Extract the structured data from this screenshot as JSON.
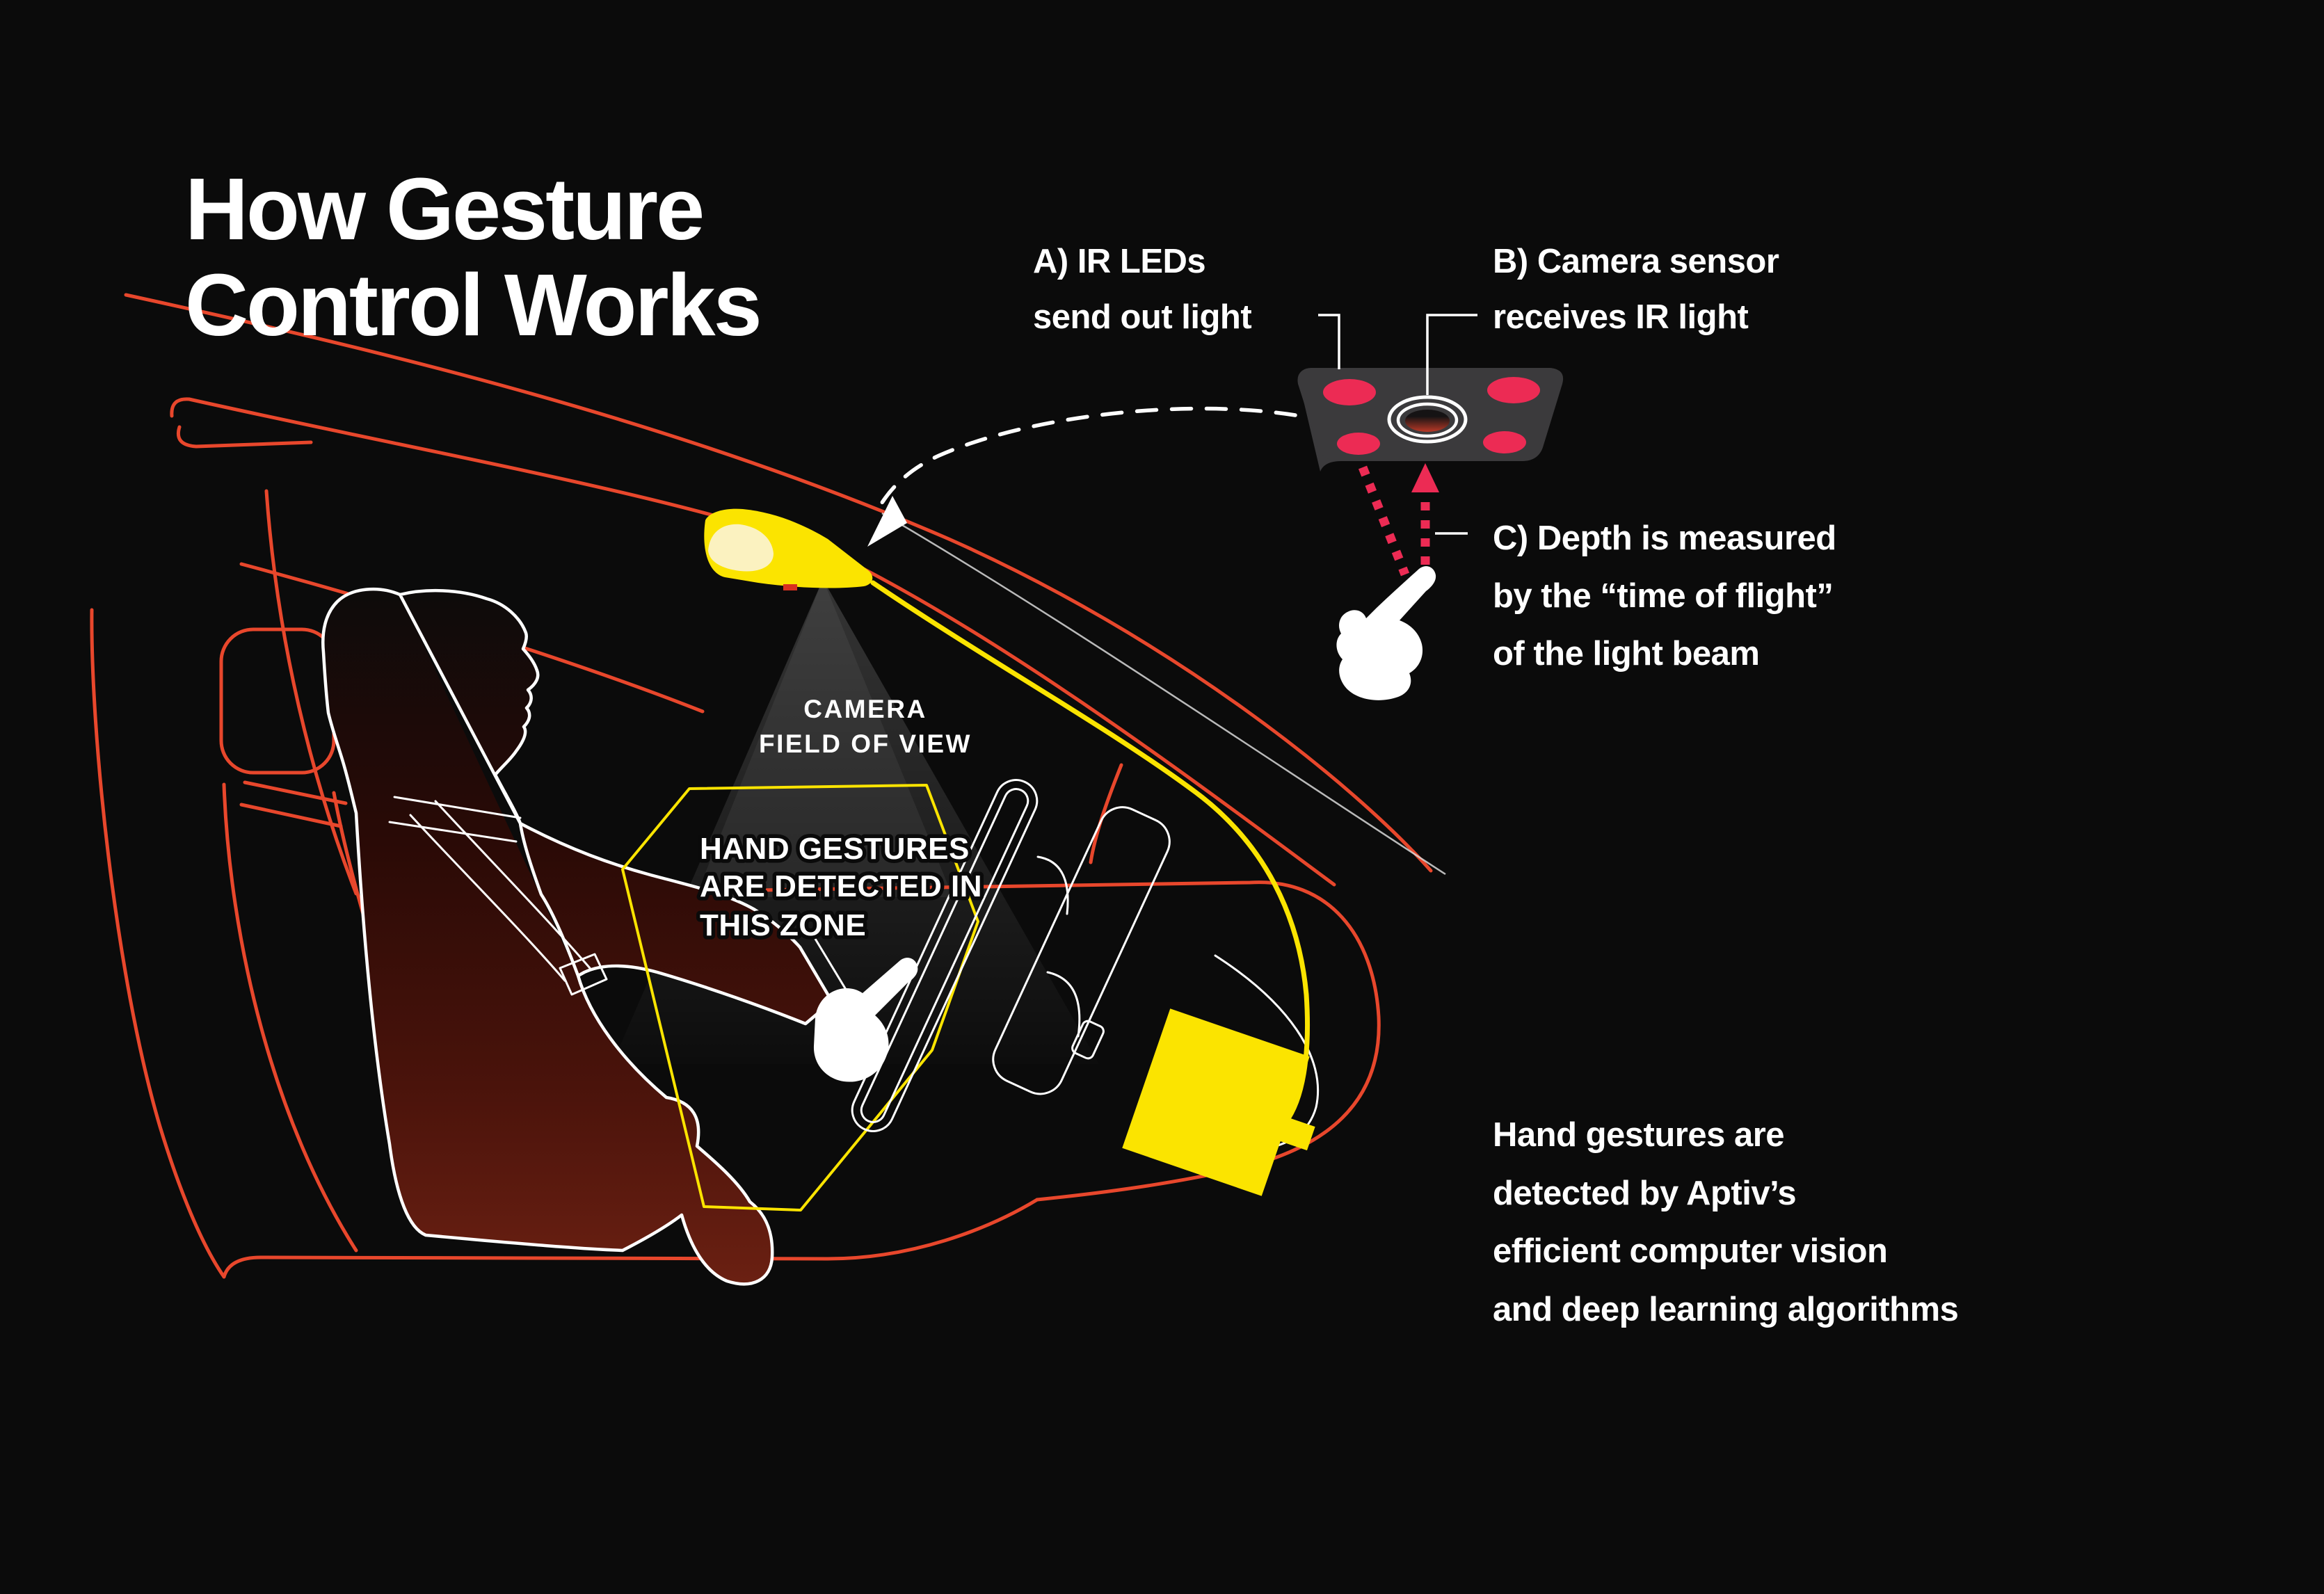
{
  "title": {
    "line1": "How Gesture",
    "line2": "Control Works"
  },
  "callouts": {
    "a": {
      "line1": "A) IR LEDs",
      "line2": "send out light"
    },
    "b": {
      "line1": "B) Camera sensor",
      "line2": "receives IR light"
    },
    "c": {
      "line1": "C) Depth is measured",
      "line2": "by the “time of flight”",
      "line3": "of the light beam"
    }
  },
  "scene_labels": {
    "camera_fov": {
      "line1": "CAMERA",
      "line2": "FIELD OF VIEW"
    },
    "gesture_zone": {
      "line1": "HAND GESTURES",
      "line2": "ARE DETECTED IN",
      "line3": "THIS ZONE"
    }
  },
  "footer": {
    "line1": "Hand gestures are",
    "line2": "detected by Aptiv’s",
    "line3": "efficient computer vision",
    "line4": "and deep learning algorithms"
  },
  "icons": [
    "ir-sensor-module-icon",
    "ir-led-icon",
    "camera-lens-icon",
    "pointing-hand-icon",
    "driver-silhouette",
    "steering-wheel-icon",
    "ceiling-sensor-icon",
    "ecu-box-icon",
    "dashed-arrow-icon",
    "ir-beam-arrow-icon"
  ],
  "colors": {
    "background": "#0b0b0b",
    "car-line-red": "#e8472c",
    "accent-yellow": "#fbe400",
    "led-pink": "#ec2b54",
    "device-gray": "#3b3a3c",
    "text-white": "#ffffff",
    "cream-highlight": "#fbf2c0",
    "body-maroon": "#64190c"
  }
}
